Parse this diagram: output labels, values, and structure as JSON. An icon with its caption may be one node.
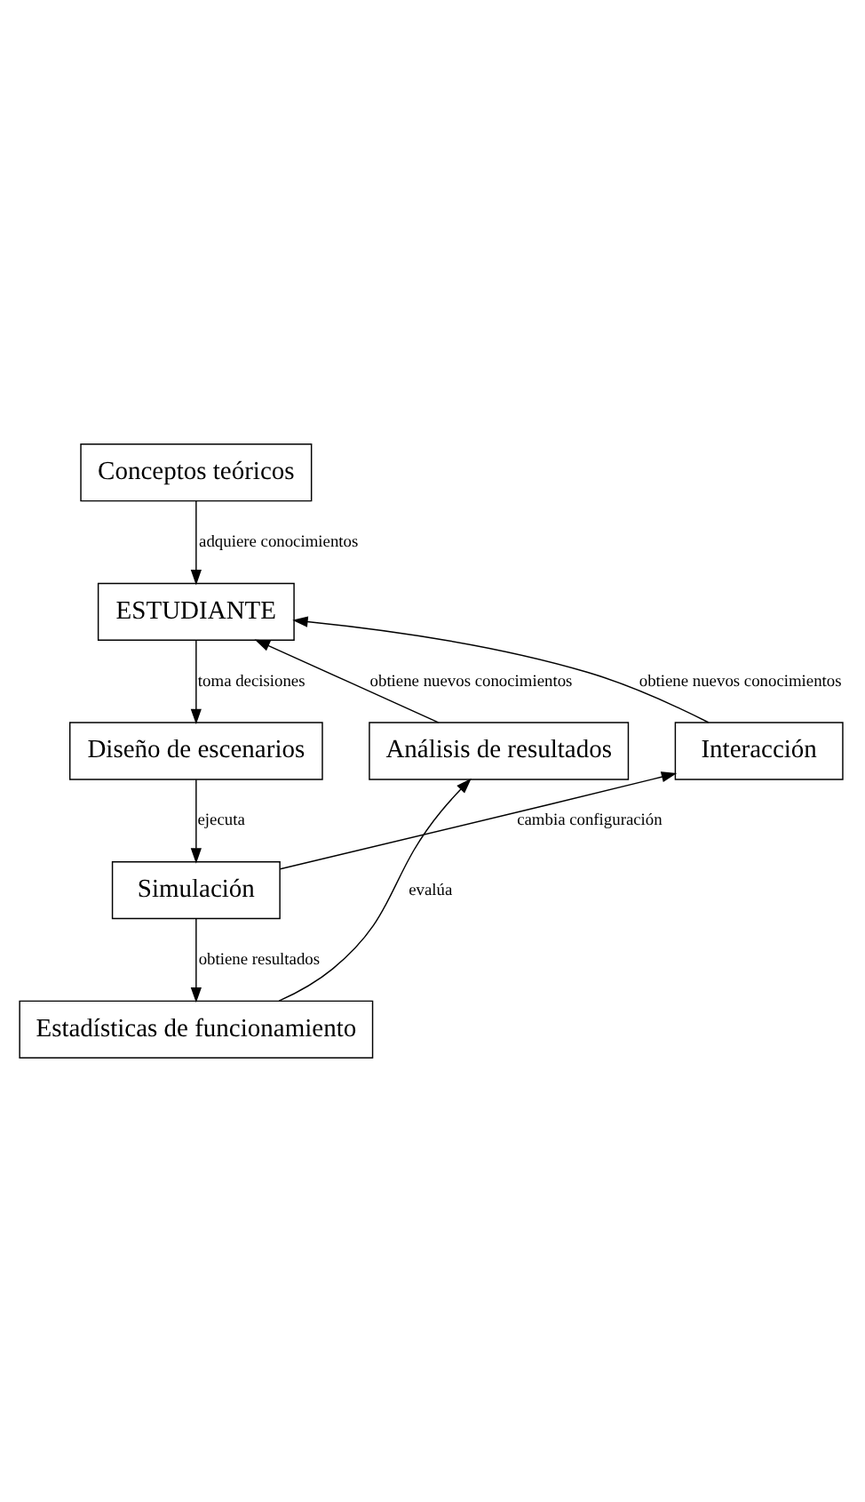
{
  "diagram": {
    "nodes": [
      {
        "text": [
          "Conceptos teóricos"
        ]
      },
      {
        "text": [
          "ESTUDIANTE"
        ]
      },
      {
        "text": [
          "Análisis de resultados"
        ]
      },
      {
        "text": [
          "Diseño de escenarios"
        ]
      },
      {
        "text": [
          "Interacción"
        ]
      },
      {
        "text": [
          "Simulación"
        ]
      },
      {
        "text": [
          "Estadísticas de funcionamiento"
        ]
      }
    ],
    "edges": [
      {
        "from": 0,
        "to": 1,
        "arrow": "to",
        "label": "adquiere conocimientos"
      },
      {
        "from": 1,
        "to": 3,
        "arrow": "to",
        "label": "toma decisiones"
      },
      {
        "from": 3,
        "to": 5,
        "arrow": "to",
        "label": "ejecuta"
      },
      {
        "from": 5,
        "to": 6,
        "arrow": "to",
        "label": "obtiene resultados"
      },
      {
        "from": 6,
        "to": 2,
        "arrow": "to",
        "label": "evalúa"
      },
      {
        "from": 2,
        "to": 1,
        "arrow": "to",
        "label": "obtiene nuevos conocimientos"
      },
      {
        "from": 5,
        "to": 4,
        "arrow": "to",
        "label": "cambia configuración"
      },
      {
        "from": 4,
        "to": 1,
        "arrow": "to",
        "label": "obtiene nuevos conocimientos"
      }
    ]
  }
}
